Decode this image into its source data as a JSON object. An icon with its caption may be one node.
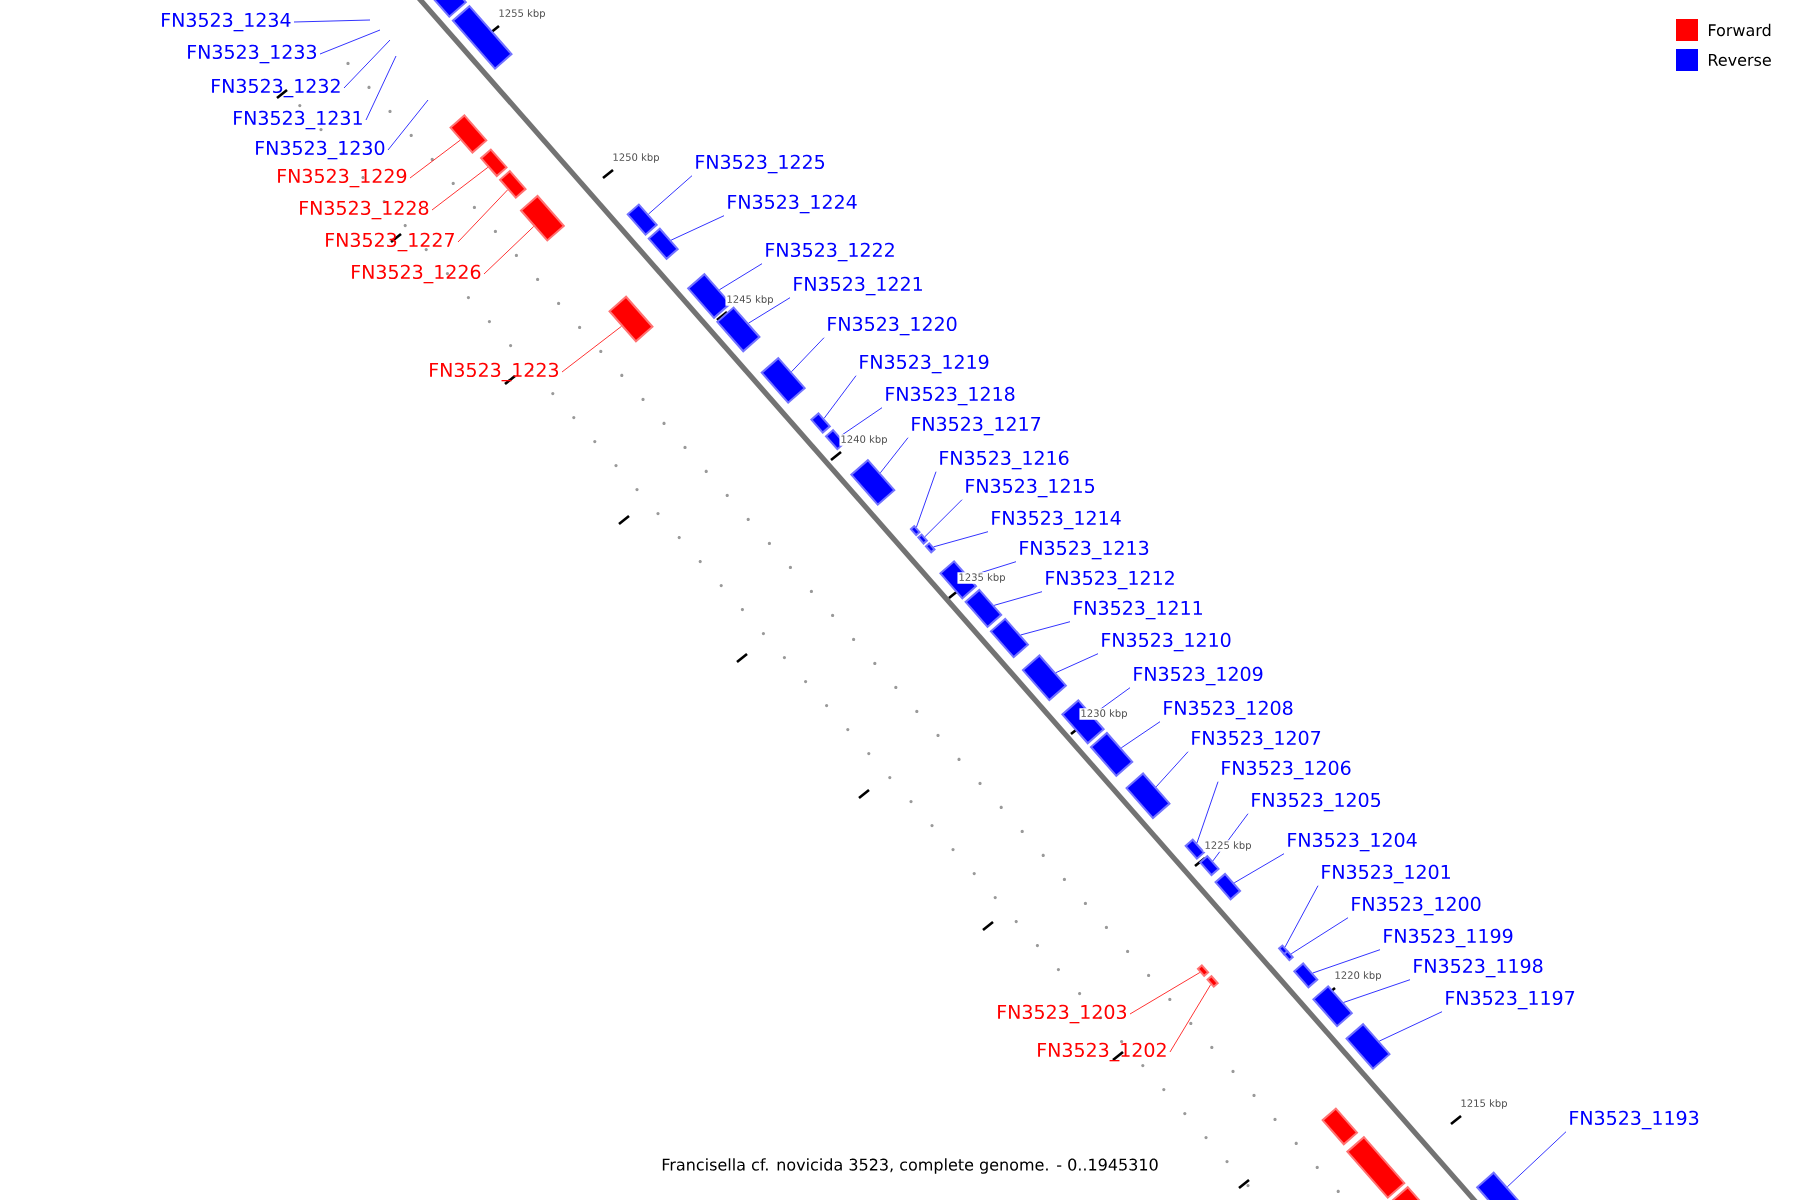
{
  "diagram": {
    "caption": "Francisella cf. novicida 3523, complete genome. - 0..1945310",
    "nodes": [
      {
        "text": [
          "FN3523_1234"
        ]
      },
      {
        "text": [
          "FN3523_1233"
        ]
      },
      {
        "text": [
          "FN3523_1232"
        ]
      },
      {
        "text": [
          "FN3523_1231"
        ]
      },
      {
        "text": [
          "FN3523_1230"
        ]
      },
      {
        "text": [
          "FN3523_1225"
        ]
      },
      {
        "text": [
          "FN3523_1229"
        ]
      },
      {
        "text": [
          "FN3523_1224"
        ]
      },
      {
        "text": [
          "FN3523_1228"
        ]
      },
      {
        "text": [
          "FN3523_1227"
        ]
      },
      {
        "text": [
          "FN3523_1222"
        ]
      },
      {
        "text": [
          "FN3523_1226"
        ]
      },
      {
        "text": [
          "FN3523_1221"
        ]
      },
      {
        "text": [
          "FN3523_1220"
        ]
      },
      {
        "text": [
          "FN3523_1219"
        ]
      },
      {
        "text": [
          "FN3523_1223"
        ]
      },
      {
        "text": [
          "FN3523_1218"
        ]
      },
      {
        "text": [
          "FN3523_1217"
        ]
      },
      {
        "text": [
          "FN3523_1216"
        ]
      },
      {
        "text": [
          "FN3523_1215"
        ]
      },
      {
        "text": [
          "FN3523_1214"
        ]
      },
      {
        "text": [
          "FN3523_1213"
        ]
      },
      {
        "text": [
          "FN3523_1212"
        ]
      },
      {
        "text": [
          "FN3523_1211"
        ]
      },
      {
        "text": [
          "FN3523_1210"
        ]
      },
      {
        "text": [
          "FN3523_1209"
        ]
      },
      {
        "text": [
          "FN3523_1208"
        ]
      },
      {
        "text": [
          "FN3523_1207"
        ]
      },
      {
        "text": [
          "FN3523_1206"
        ]
      },
      {
        "text": [
          "FN3523_1205"
        ]
      },
      {
        "text": [
          "FN3523_1204"
        ]
      },
      {
        "text": [
          "FN3523_1201"
        ]
      },
      {
        "text": [
          "FN3523_1200"
        ]
      },
      {
        "text": [
          "FN3523_1199"
        ]
      },
      {
        "text": [
          "FN3523_1198"
        ]
      },
      {
        "text": [
          "FN3523_1197"
        ]
      },
      {
        "text": [
          "FN3523_1203"
        ]
      },
      {
        "text": [
          "FN3523_1202"
        ]
      },
      {
        "text": [
          "FN3523_1193"
        ]
      },
      {
        "text": [],
        "shape": "box"
      },
      {
        "text": [],
        "shape": "box"
      },
      {
        "text": [],
        "shape": "box"
      },
      {
        "text": [],
        "shape": "box"
      },
      {
        "text": [],
        "shape": "box"
      },
      {
        "text": [],
        "shape": "box"
      },
      {
        "text": [],
        "shape": "box"
      },
      {
        "text": [],
        "shape": "box"
      },
      {
        "text": [],
        "shape": "box"
      },
      {
        "text": [],
        "shape": "box"
      },
      {
        "text": [],
        "shape": "box"
      },
      {
        "text": [],
        "shape": "box"
      },
      {
        "text": [],
        "shape": "box"
      },
      {
        "text": [],
        "shape": "box"
      },
      {
        "text": [],
        "shape": "box"
      },
      {
        "text": [],
        "shape": "box"
      },
      {
        "text": [],
        "shape": "box"
      },
      {
        "text": [],
        "shape": "box"
      },
      {
        "text": [],
        "shape": "box"
      },
      {
        "text": [],
        "shape": "box"
      },
      {
        "text": [],
        "shape": "box"
      },
      {
        "text": [],
        "shape": "box"
      },
      {
        "text": [],
        "shape": "box"
      },
      {
        "text": [],
        "shape": "box"
      },
      {
        "text": [],
        "shape": "box"
      },
      {
        "text": [],
        "shape": "box"
      },
      {
        "text": [],
        "shape": "box"
      },
      {
        "text": [],
        "shape": "box"
      },
      {
        "text": [],
        "shape": "box"
      },
      {
        "text": [],
        "shape": "box"
      },
      {
        "text": [],
        "shape": "box"
      },
      {
        "text": [],
        "shape": "box"
      },
      {
        "text": [],
        "shape": "box"
      },
      {
        "text": [],
        "shape": "box"
      },
      {
        "text": [],
        "shape": "box"
      },
      {
        "text": [],
        "shape": "box"
      },
      {
        "text": [],
        "shape": "box"
      },
      {
        "text": [],
        "shape": "box"
      },
      {
        "text": [],
        "shape": "box"
      }
    ],
    "edges": [
      {
        "from": 0,
        "to": null,
        "arrow": "none"
      },
      {
        "from": 1,
        "to": null,
        "arrow": "none"
      },
      {
        "from": 2,
        "to": null,
        "arrow": "none"
      },
      {
        "from": 3,
        "to": null,
        "arrow": "none"
      },
      {
        "from": 4,
        "to": null,
        "arrow": "none"
      },
      {
        "from": 5,
        "to": 39,
        "arrow": "none"
      },
      {
        "from": 6,
        "to": 40,
        "arrow": "none",
        "color": "#ff0000"
      },
      {
        "from": 7,
        "to": 41,
        "arrow": "none"
      },
      {
        "from": 8,
        "to": 42,
        "arrow": "none",
        "color": "#ff0000"
      },
      {
        "from": 9,
        "to": 43,
        "arrow": "none",
        "color": "#ff0000"
      },
      {
        "from": 10,
        "to": 44,
        "arrow": "none"
      },
      {
        "from": 11,
        "to": 45,
        "arrow": "none",
        "color": "#ff0000"
      },
      {
        "from": 12,
        "to": 46,
        "arrow": "none"
      },
      {
        "from": 13,
        "to": 47,
        "arrow": "none"
      },
      {
        "from": 14,
        "to": 48,
        "arrow": "none"
      },
      {
        "from": 15,
        "to": 49,
        "arrow": "none",
        "color": "#ff0000"
      },
      {
        "from": 16,
        "to": 50,
        "arrow": "none"
      },
      {
        "from": 17,
        "to": 51,
        "arrow": "none"
      },
      {
        "from": 18,
        "to": 52,
        "arrow": "none"
      },
      {
        "from": 19,
        "to": 53,
        "arrow": "none"
      },
      {
        "from": 20,
        "to": 54,
        "arrow": "none"
      },
      {
        "from": 21,
        "to": 55,
        "arrow": "none"
      },
      {
        "from": 22,
        "to": 56,
        "arrow": "none"
      },
      {
        "from": 23,
        "to": 57,
        "arrow": "none"
      },
      {
        "from": 24,
        "to": 58,
        "arrow": "none"
      },
      {
        "from": 25,
        "to": 59,
        "arrow": "none"
      },
      {
        "from": 26,
        "to": 60,
        "arrow": "none"
      },
      {
        "from": 27,
        "to": 61,
        "arrow": "none"
      },
      {
        "from": 28,
        "to": 62,
        "arrow": "none"
      },
      {
        "from": 29,
        "to": 63,
        "arrow": "none"
      },
      {
        "from": 30,
        "to": 64,
        "arrow": "none"
      },
      {
        "from": 31,
        "to": 65,
        "arrow": "none"
      },
      {
        "from": 32,
        "to": 66,
        "arrow": "none"
      },
      {
        "from": 33,
        "to": 67,
        "arrow": "none"
      },
      {
        "from": 34,
        "to": 68,
        "arrow": "none"
      },
      {
        "from": 35,
        "to": 69,
        "arrow": "none"
      },
      {
        "from": 36,
        "to": 70,
        "arrow": "none",
        "color": "#ff0000"
      },
      {
        "from": 37,
        "to": 71,
        "arrow": "none",
        "color": "#ff0000"
      },
      {
        "from": 38,
        "to": 72,
        "arrow": "none"
      }
    ],
    "labels": [
      "1255 kbp",
      "1250 kbp",
      "1245 kbp",
      "1240 kbp",
      "1235 kbp",
      "1230 kbp",
      "1225 kbp",
      "1220 kbp",
      "1215 kbp"
    ],
    "legend": [
      {
        "text": "Forward",
        "color": "#ff0000"
      },
      {
        "text": "Reverse",
        "color": "#0000ff"
      }
    ]
  }
}
